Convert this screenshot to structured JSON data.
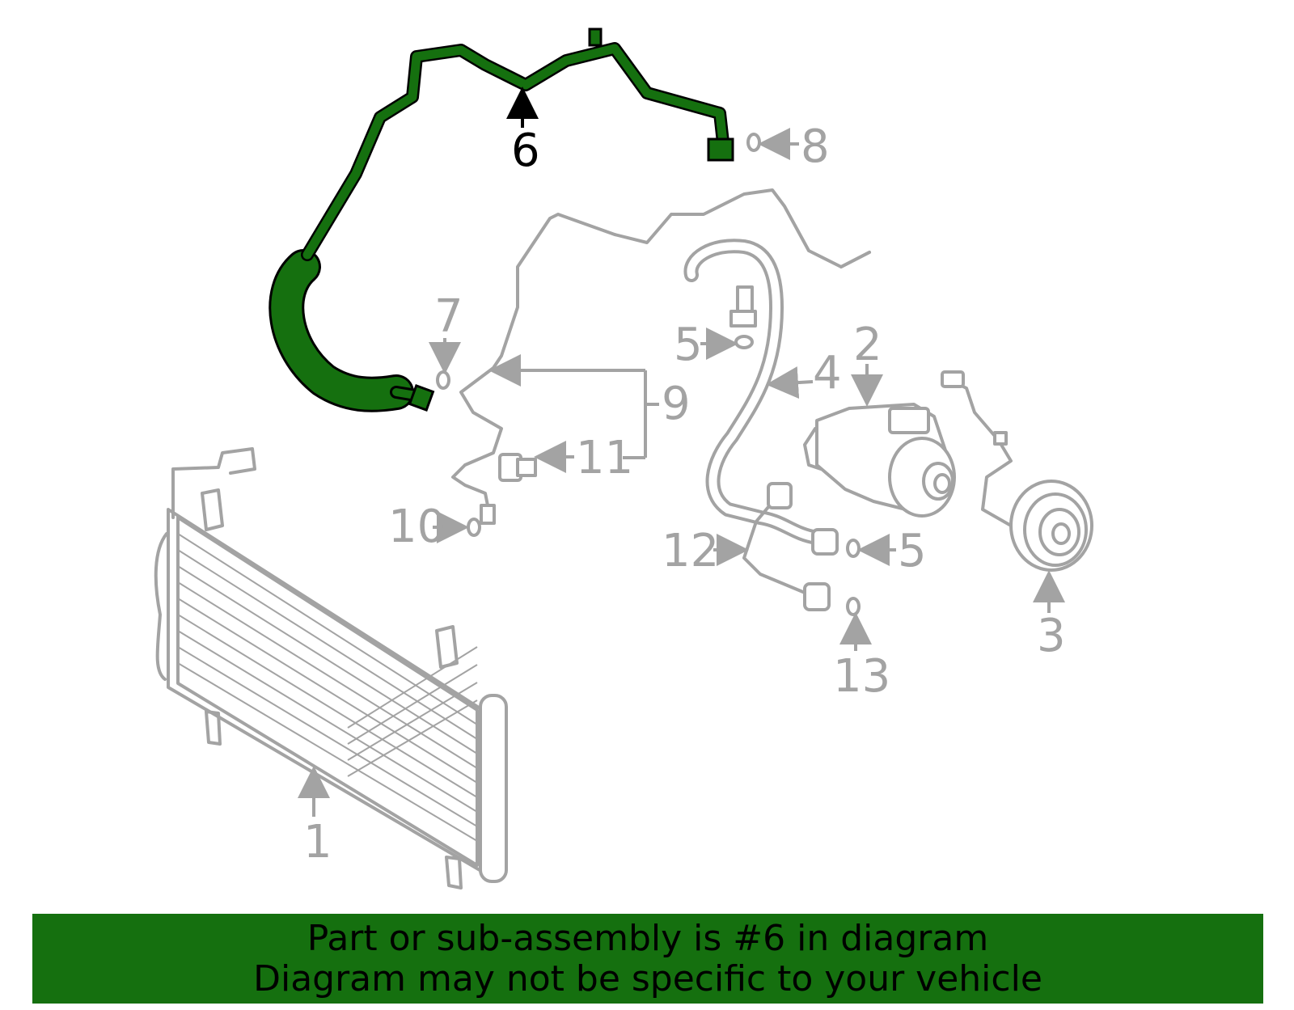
{
  "highlight_color": "#15700f",
  "callouts": {
    "c1": "1",
    "c2": "2",
    "c3": "3",
    "c4": "4",
    "c5a": "5",
    "c5b": "5",
    "c6": "6",
    "c7": "7",
    "c8": "8",
    "c9": "9",
    "c10": "10",
    "c11": "11",
    "c12": "12",
    "c13": "13"
  },
  "banner": {
    "line1": "Part or sub-assembly is #6 in diagram",
    "line2": "Diagram may not be specific to your vehicle"
  }
}
